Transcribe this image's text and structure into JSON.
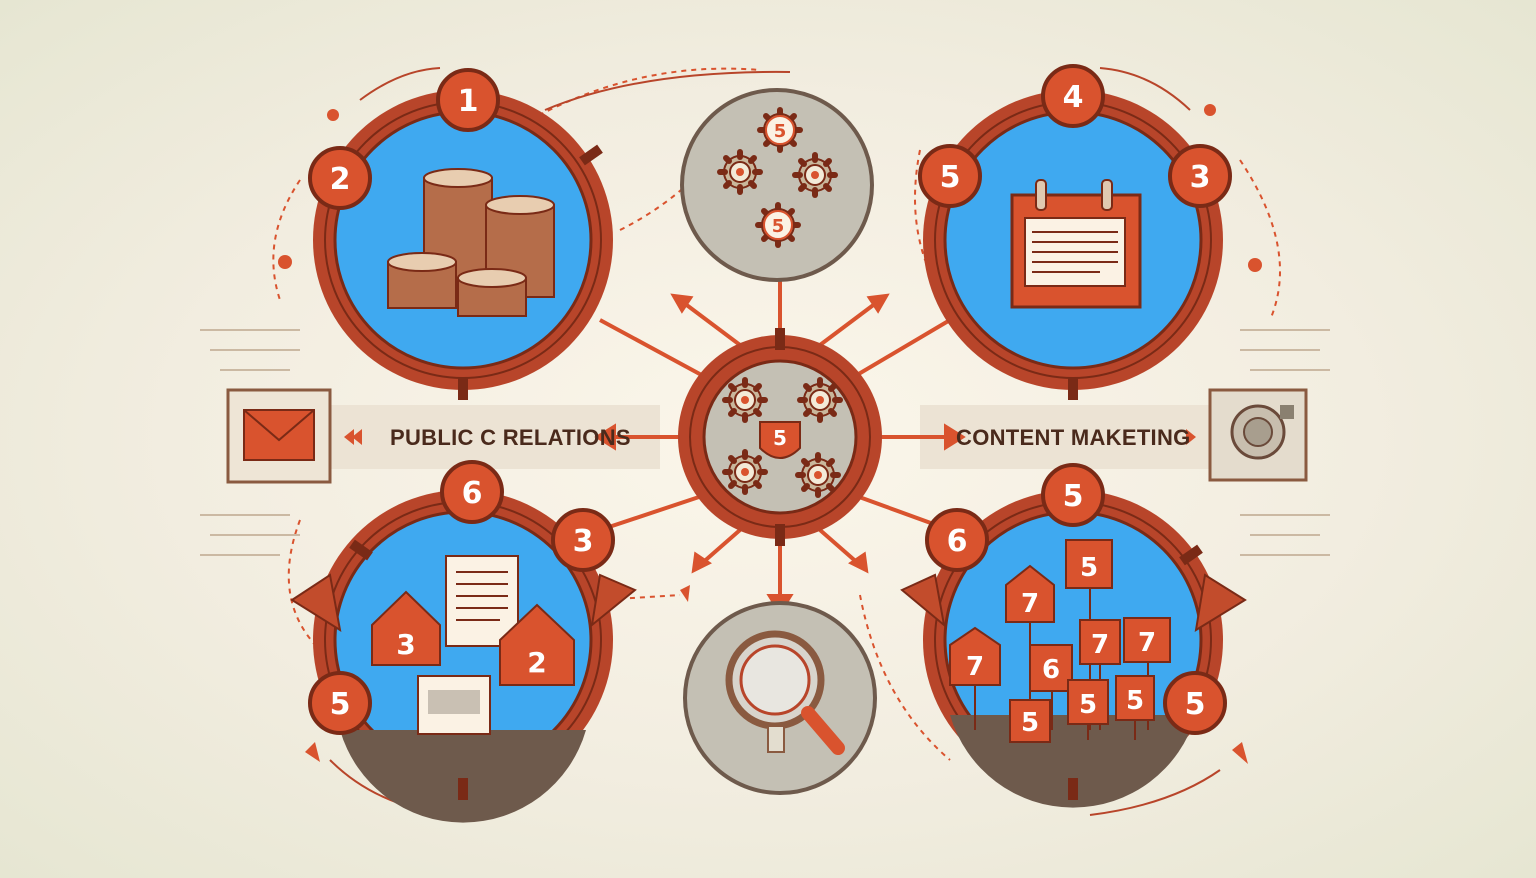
{
  "labels": {
    "left": "PUBLIC C RELATIONS",
    "right": "CONTENT MAKETING"
  },
  "badges": {
    "top_left": [
      "1",
      "2"
    ],
    "top_right": [
      "4",
      "5",
      "3"
    ],
    "bottom_left": [
      "6",
      "3",
      "5"
    ],
    "bottom_right": [
      "5",
      "6",
      "5"
    ],
    "top_center_gears": [
      "5",
      "5"
    ],
    "center_shield": "5"
  },
  "houses": {
    "bottom_left": [
      "3",
      "2"
    ],
    "bottom_right": [
      "5",
      "7",
      "7",
      "7",
      "6",
      "7",
      "5",
      "5",
      "5"
    ]
  },
  "colors": {
    "accent": "#d9532e",
    "ring": "#b8452a",
    "ring_dark": "#7a2a16",
    "panel_blue": "#3fa9f0",
    "background": "#f6f1e4",
    "text": "#4a2a1c"
  },
  "icons": {
    "top_left": "coin-stacks-icon",
    "top_right": "calendar-icon",
    "bottom_left": "houses-documents-icon",
    "bottom_right": "signposts-icon",
    "top_center": "gears-icon",
    "center": "gears-shield-icon",
    "bottom_center": "magnifier-icon",
    "left_box": "envelope-icon",
    "right_box": "device-icon"
  }
}
